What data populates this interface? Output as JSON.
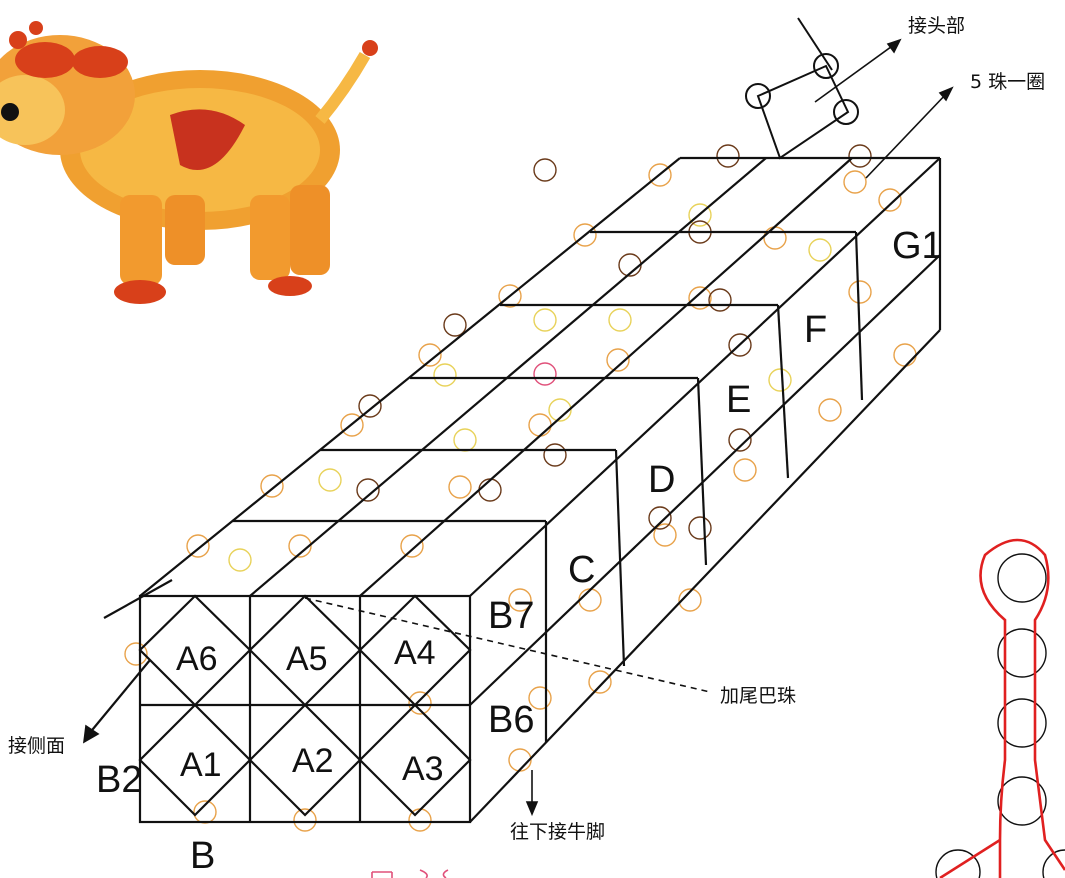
{
  "annotations": {
    "joint_head": "接头部",
    "five_bead_ring": "5 珠一圈",
    "add_tail_bead": "加尾巴珠",
    "join_side": "接侧面",
    "down_to_leg": "往下接牛脚"
  },
  "front_cells": {
    "top": [
      "A6",
      "A5",
      "A4"
    ],
    "bottom": [
      "A1",
      "A2",
      "A3"
    ]
  },
  "side_labels": {
    "b7": "B7",
    "b6": "B6",
    "b2": "B2",
    "b": "B"
  },
  "segment_labels": [
    "C",
    "D",
    "E",
    "F",
    "G1"
  ],
  "colors": {
    "lines": "#111111",
    "orange_bead": "#e8a24a",
    "yellow_bead": "#e8d25a",
    "dark_bead": "#6a3a1a",
    "red_thread": "#e02020",
    "pink_bead": "#e0507a"
  },
  "icons": {
    "photo": "beaded-cow-photo",
    "detail": "bead-chain-detail"
  }
}
